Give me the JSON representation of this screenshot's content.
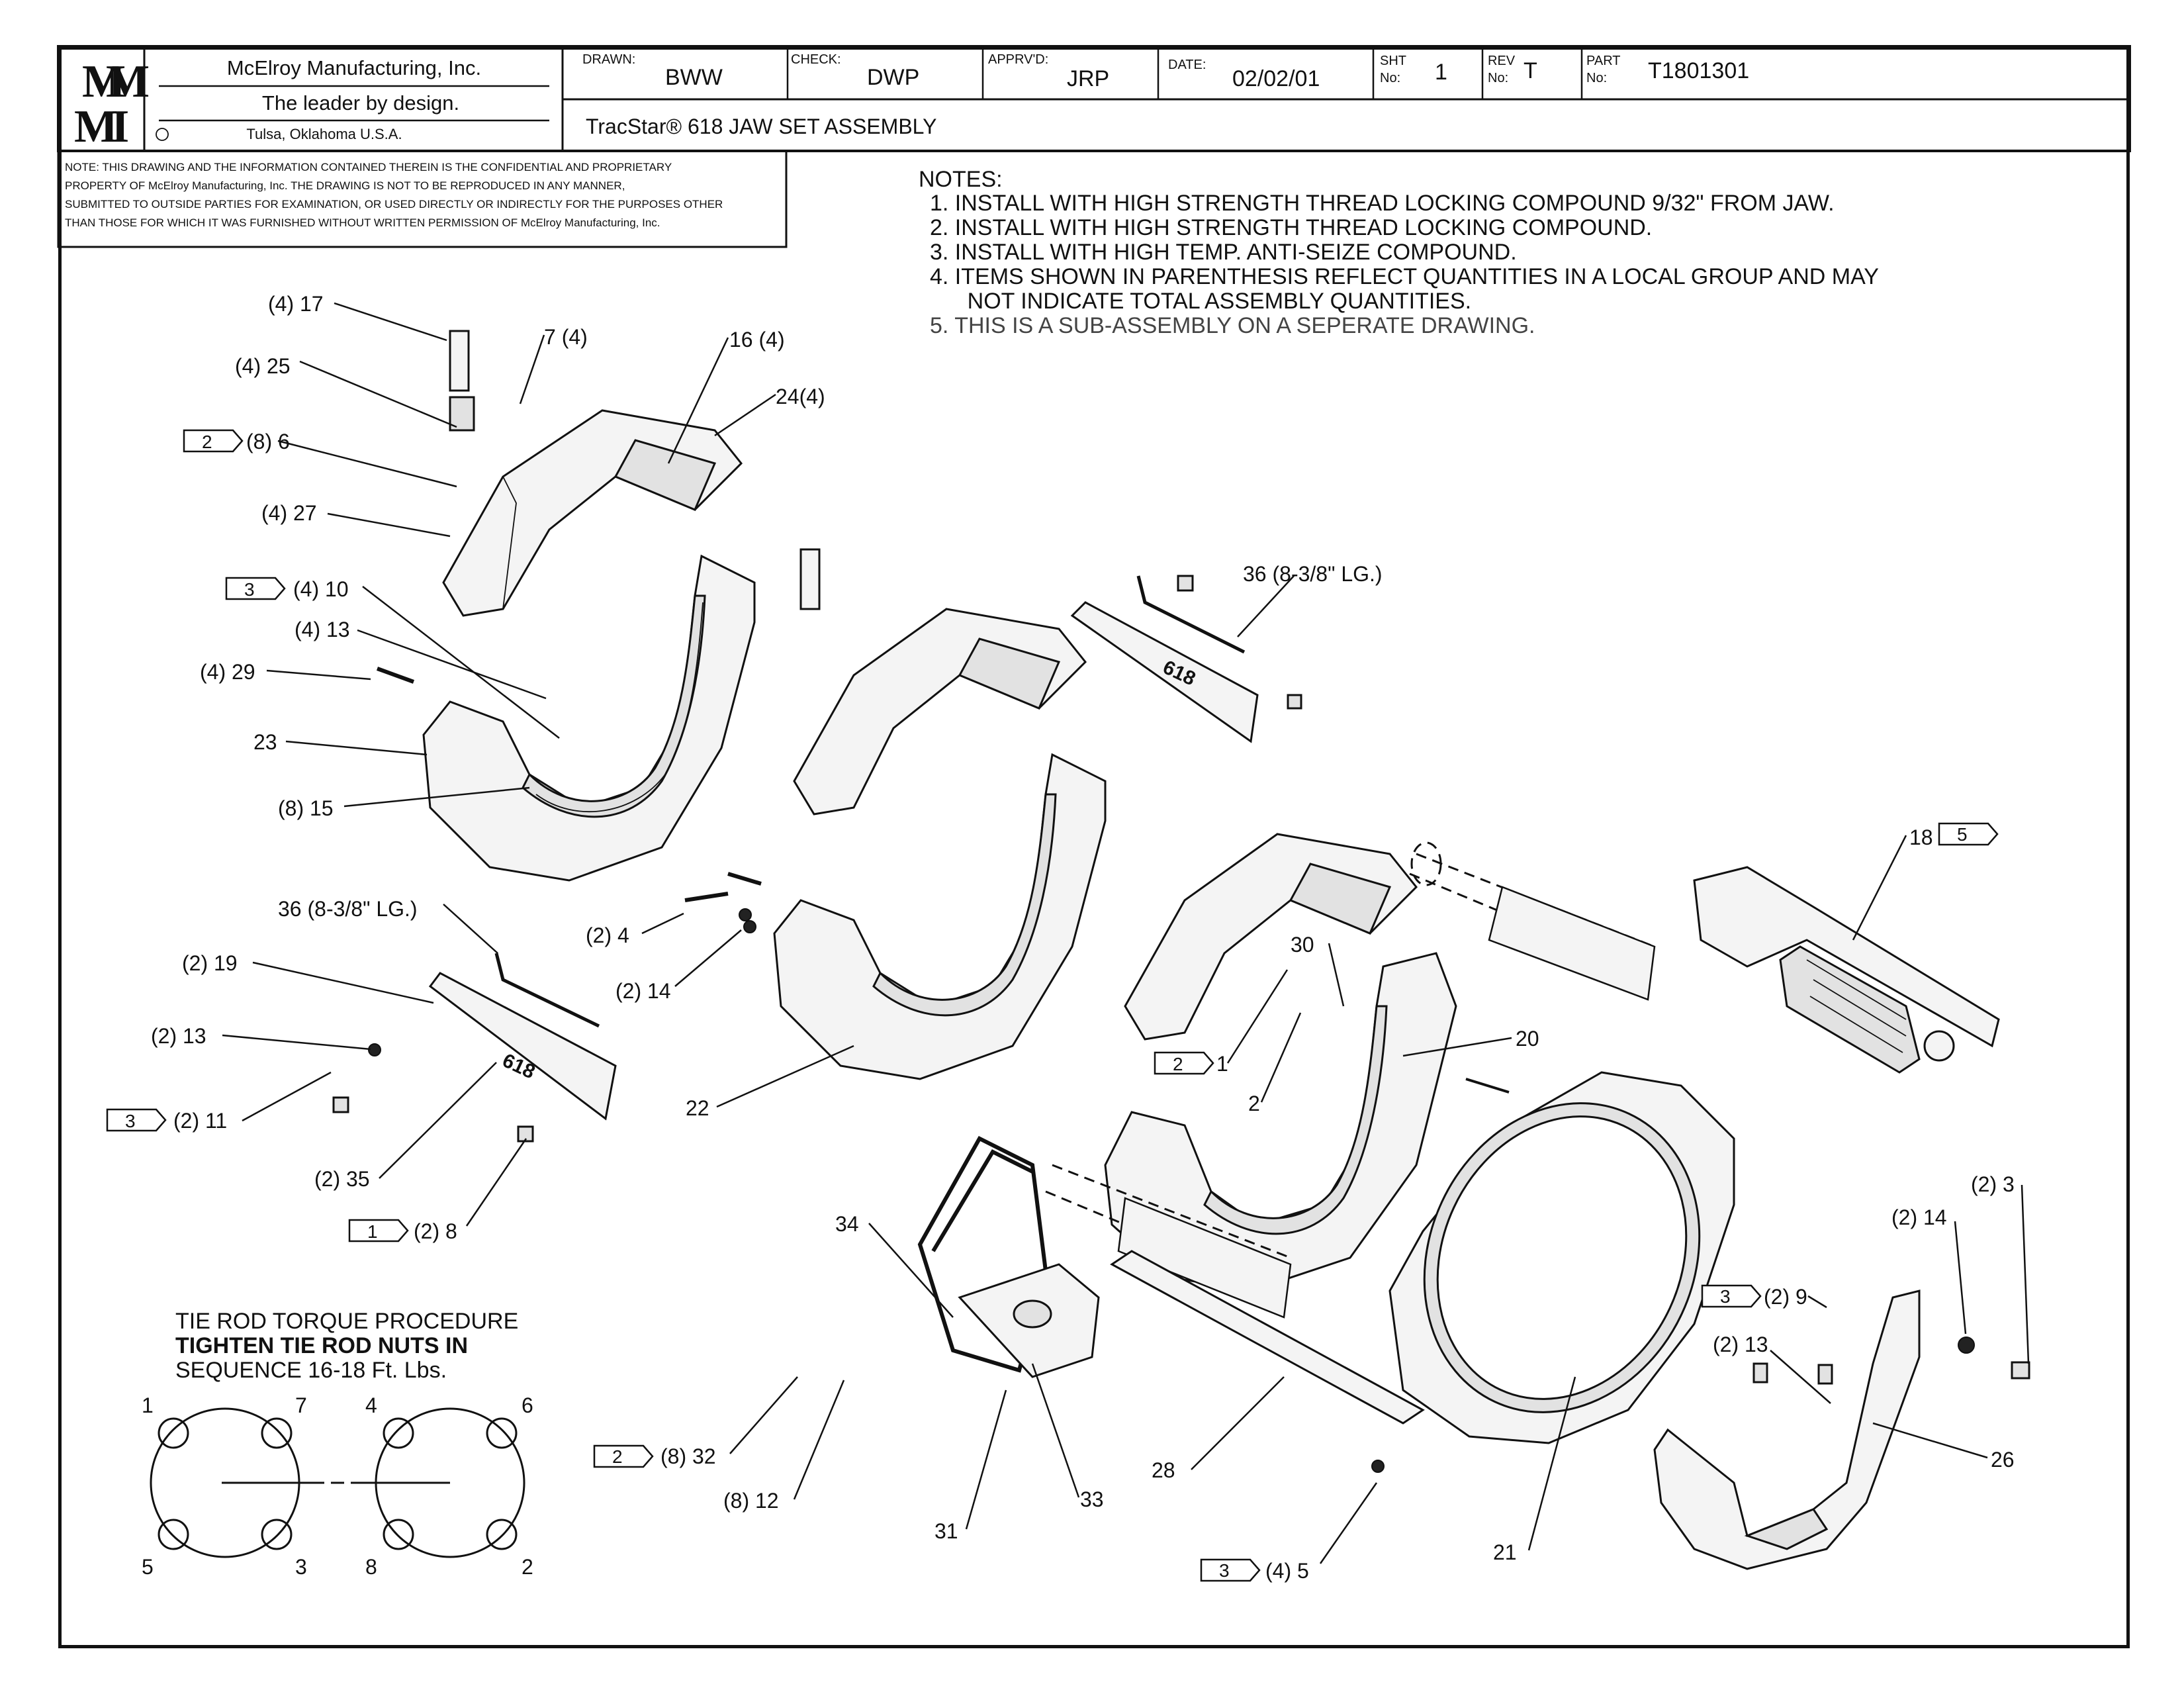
{
  "title_block": {
    "company_name": "McElroy Manufacturing, Inc.",
    "tagline": "The leader by design.",
    "location": "Tulsa, Oklahoma U.S.A.",
    "logo_letters": [
      "M",
      "M",
      "M",
      "I"
    ],
    "drawn_label": "DRAWN:",
    "drawn_value": "BWW",
    "check_label": "CHECK:",
    "check_value": "DWP",
    "apprvd_label": "APPRV'D:",
    "apprvd_value": "JRP",
    "date_label": "DATE:",
    "date_value": "02/02/01",
    "sht_label_1": "SHT",
    "sht_label_2": "No:",
    "sht_value": "1",
    "rev_label_1": "REV",
    "rev_label_2": "No:",
    "rev_value": "T",
    "part_label_1": "PART",
    "part_label_2": "No:",
    "part_value": "T1801301",
    "drawing_title": "TracStar® 618 JAW SET ASSEMBLY",
    "confidential": [
      "NOTE: THIS DRAWING AND THE INFORMATION CONTAINED THEREIN IS THE CONFIDENTIAL AND PROPRIETARY",
      "PROPERTY OF McElroy Manufacturing, Inc. THE DRAWING IS NOT TO BE REPRODUCED IN ANY MANNER,",
      "SUBMITTED TO OUTSIDE PARTIES FOR EXAMINATION, OR USED DIRECTLY OR INDIRECTLY FOR THE PURPOSES OTHER",
      "THAN THOSE FOR WHICH IT WAS FURNISHED WITHOUT WRITTEN PERMISSION OF McElroy Manufacturing, Inc."
    ]
  },
  "notes": {
    "heading": "NOTES:",
    "items": [
      "1.  INSTALL WITH HIGH STRENGTH THREAD LOCKING COMPOUND 9/32\" FROM JAW.",
      "2.  INSTALL WITH HIGH STRENGTH THREAD LOCKING COMPOUND.",
      "3.  INSTALL WITH HIGH TEMP. ANTI-SEIZE COMPOUND.",
      "4.  ITEMS SHOWN IN PARENTHESIS REFLECT QUANTITIES IN A LOCAL GROUP AND MAY",
      "      NOT INDICATE TOTAL ASSEMBLY QUANTITIES.",
      "5.  THIS IS A SUB-ASSEMBLY ON A SEPERATE DRAWING."
    ]
  },
  "torque": {
    "line1": "TIE ROD TORQUE PROCEDURE",
    "line2": "TIGHTEN TIE ROD NUTS IN",
    "line3": "SEQUENCE 16-18 Ft. Lbs.",
    "numbers": [
      "1",
      "7",
      "5",
      "3",
      "4",
      "6",
      "8",
      "2"
    ]
  },
  "callouts": [
    {
      "text": "(4) 17"
    },
    {
      "text": "7 (4)"
    },
    {
      "text": "16 (4)"
    },
    {
      "text": "(4) 25"
    },
    {
      "text": "24(4)"
    },
    {
      "text": "(8) 6",
      "flag": "2"
    },
    {
      "text": "(4) 27"
    },
    {
      "text": "(4) 10",
      "flag": "3"
    },
    {
      "text": "(4) 13"
    },
    {
      "text": "(4) 29"
    },
    {
      "text": "23"
    },
    {
      "text": "(8) 15"
    },
    {
      "text": "36 (8-3/8\" LG.)"
    },
    {
      "text": "36 (8-3/8\" LG.)"
    },
    {
      "text": "(2) 4"
    },
    {
      "text": "(2) 19"
    },
    {
      "text": "(2) 14"
    },
    {
      "text": "(2) 13"
    },
    {
      "text": "(2) 11",
      "flag": "3"
    },
    {
      "text": "22"
    },
    {
      "text": "(2) 35"
    },
    {
      "text": "(2) 8",
      "flag": "1"
    },
    {
      "text": "18",
      "flag": "5"
    },
    {
      "text": "30"
    },
    {
      "text": "1",
      "flag": "2"
    },
    {
      "text": "2"
    },
    {
      "text": "20"
    },
    {
      "text": "34"
    },
    {
      "text": "(2) 3"
    },
    {
      "text": "(2) 14"
    },
    {
      "text": "(2) 9",
      "flag": "3"
    },
    {
      "text": "(2) 13"
    },
    {
      "text": "(8) 32",
      "flag": "2"
    },
    {
      "text": "(8) 12"
    },
    {
      "text": "28"
    },
    {
      "text": "33"
    },
    {
      "text": "31"
    },
    {
      "text": "26"
    },
    {
      "text": "21"
    },
    {
      "text": "(4) 5",
      "flag": "3"
    }
  ],
  "plate_marks": [
    "618",
    "618"
  ]
}
